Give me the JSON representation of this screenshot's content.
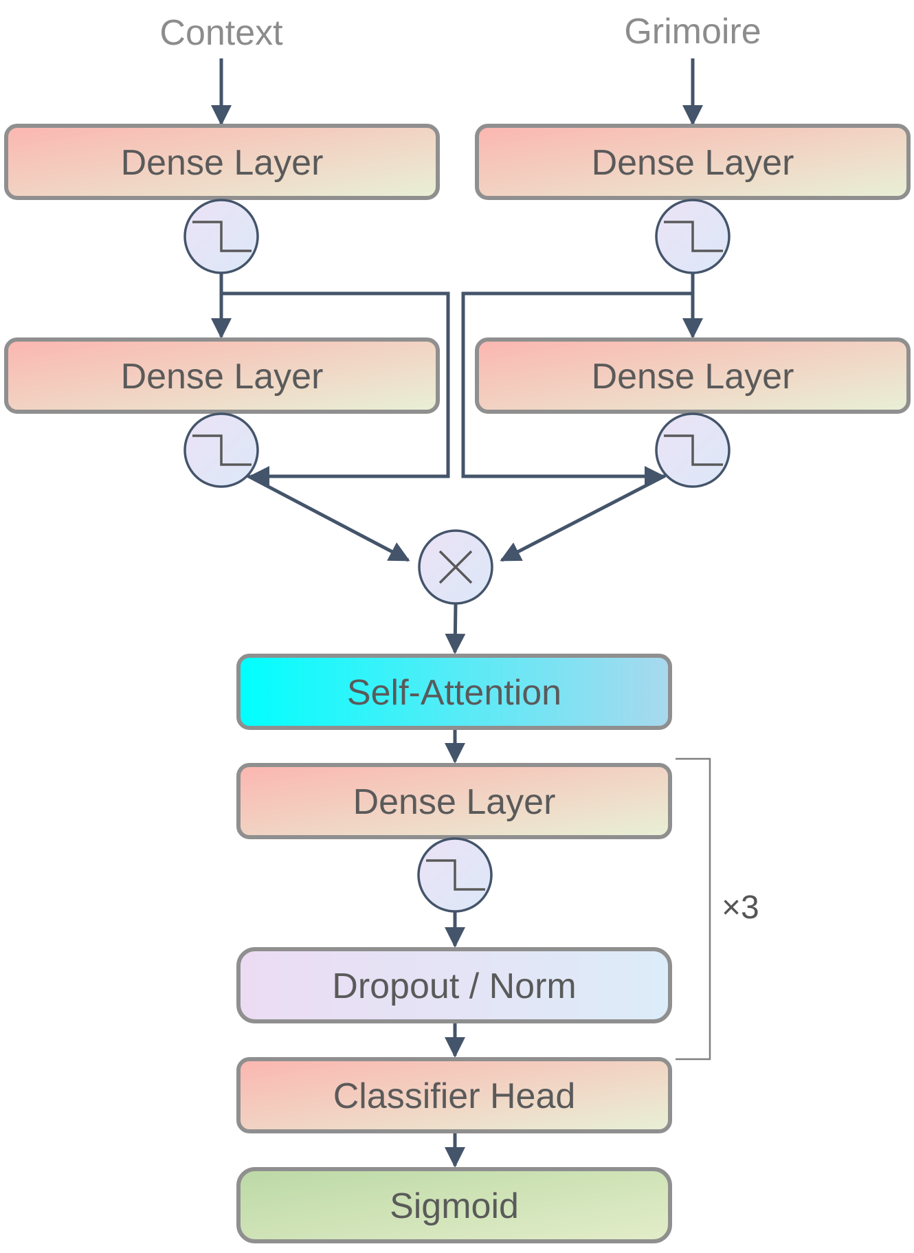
{
  "inputs": {
    "context": "Context",
    "grimoire": "Grimoire"
  },
  "layers": {
    "left_dense_1": "Dense Layer",
    "right_dense_1": "Dense Layer",
    "left_dense_2": "Dense Layer",
    "right_dense_2": "Dense Layer",
    "attention": "Self-Attention",
    "block_dense": "Dense Layer",
    "dropout_norm": "Dropout / Norm",
    "classifier": "Classifier Head",
    "output": "Sigmoid"
  },
  "repeat_label": "×3",
  "icons": {
    "activation": "step-activation-icon",
    "combine": "multiply-icon"
  },
  "colors": {
    "connector": "#44546a",
    "box_border": "#8f8f8f",
    "dense_gradient": [
      "#fbb6b0",
      "#e8f0d6"
    ],
    "attention_gradient": [
      "#00ffff",
      "#a9d8ee"
    ],
    "dropout_gradient": [
      "#ecdcf3",
      "#dcecf8"
    ],
    "sigmoid_gradient": [
      "#bcd9a6",
      "#e3edc9"
    ],
    "circle_gradient": [
      "#ece2f6",
      "#dbe8f8"
    ]
  }
}
